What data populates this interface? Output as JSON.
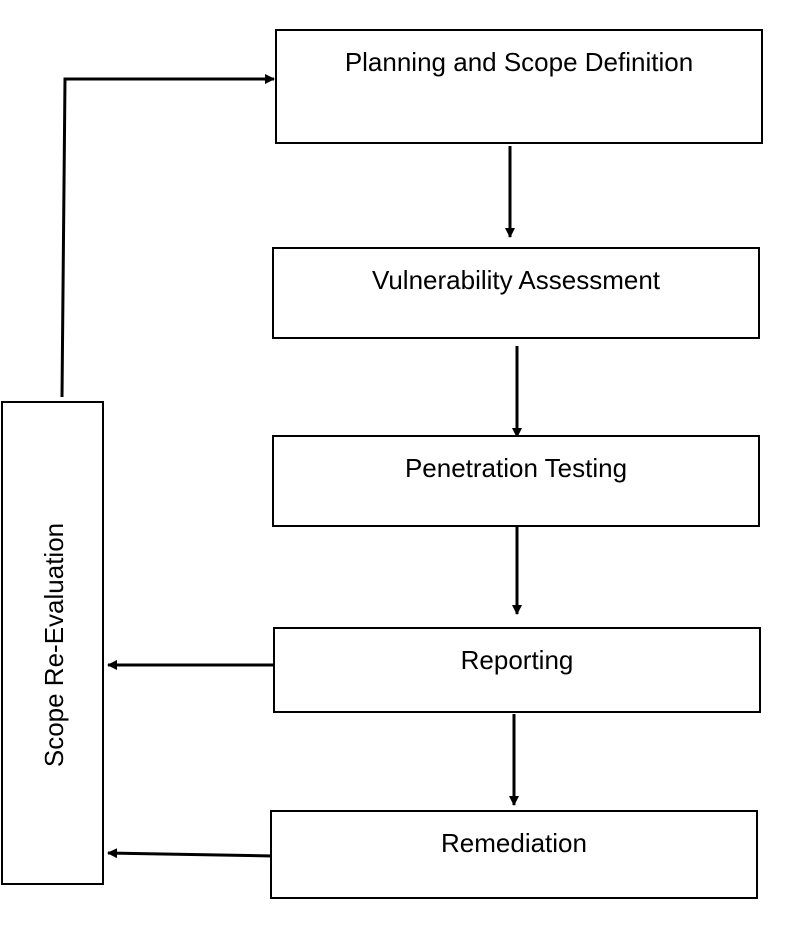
{
  "diagram": {
    "steps": [
      {
        "id": "planning",
        "label": "Planning and Scope Definition"
      },
      {
        "id": "vuln",
        "label": "Vulnerability Assessment"
      },
      {
        "id": "pentest",
        "label": "Penetration Testing"
      },
      {
        "id": "reporting",
        "label": "Reporting"
      },
      {
        "id": "remediation",
        "label": "Remediation"
      }
    ],
    "feedback": {
      "id": "scope",
      "label": "Scope Re-Evaluation"
    },
    "colors": {
      "stroke": "#000000",
      "fill": "#ffffff",
      "text": "#000000"
    }
  }
}
